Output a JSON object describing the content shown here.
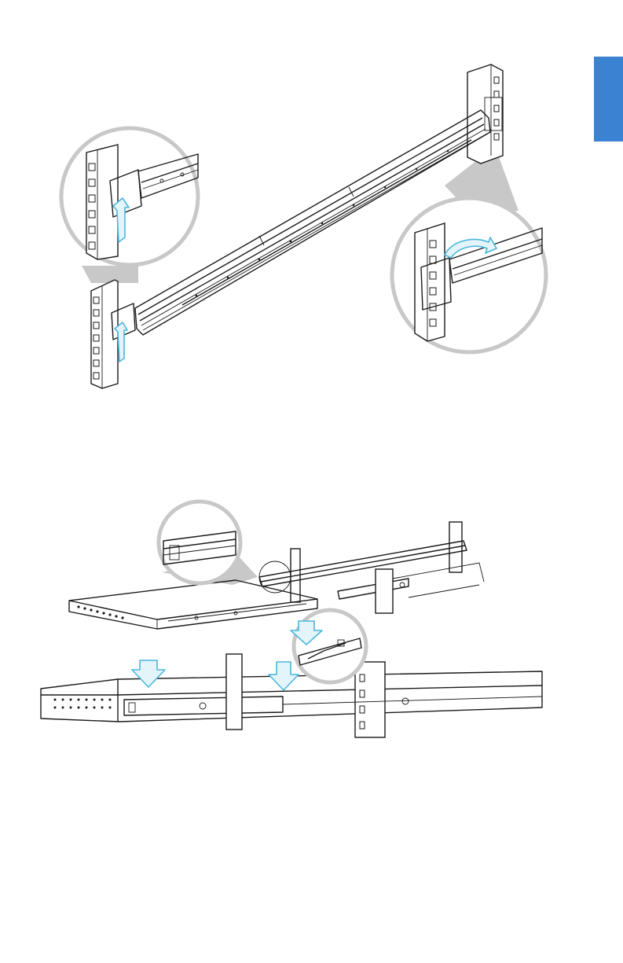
{
  "side_tab": {
    "color": "#3b82d2"
  },
  "colors": {
    "line": "#1a1a1a",
    "loupe": "#c8c8c8",
    "arrow_stroke": "#4ab7db",
    "arrow_fill": "#e4f4fb"
  },
  "figures": [
    {
      "id": "rail-attach",
      "description_icon": "rail-installation-illustration"
    },
    {
      "id": "server-insert",
      "description_icon": "server-installation-illustration"
    }
  ]
}
